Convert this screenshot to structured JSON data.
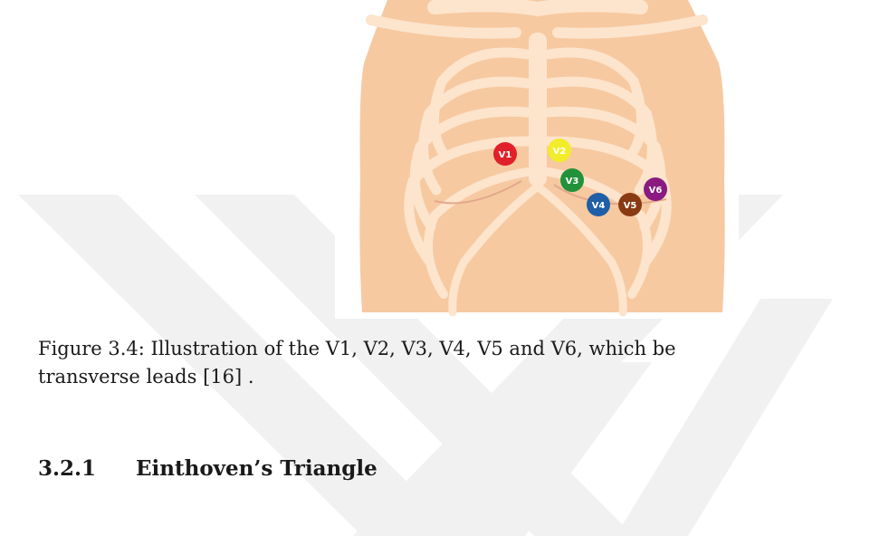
{
  "figure": {
    "electrodes": [
      {
        "label": "V1",
        "color": "#e0202a",
        "text_color": "#ffffff"
      },
      {
        "label": "V2",
        "color": "#f2ec2a",
        "text_color": "#ffffff"
      },
      {
        "label": "V3",
        "color": "#22923a",
        "text_color": "#ffffff"
      },
      {
        "label": "V4",
        "color": "#1f5fa8",
        "text_color": "#ffffff"
      },
      {
        "label": "V5",
        "color": "#8a3a12",
        "text_color": "#ffffff"
      },
      {
        "label": "V6",
        "color": "#8a1a82",
        "text_color": "#ffffff"
      }
    ],
    "skin_color": "#f6c9a1",
    "bone_color": "#fde4cc"
  },
  "caption": {
    "line1": "Figure 3.4: Illustration of the V1, V2, V3, V4, V5 and V6, which be",
    "line2": "transverse leads [16] ."
  },
  "section": {
    "number": "3.2.1",
    "title": "Einthoven’s Triangle"
  },
  "watermark": {
    "color": "#f1f1f1"
  }
}
